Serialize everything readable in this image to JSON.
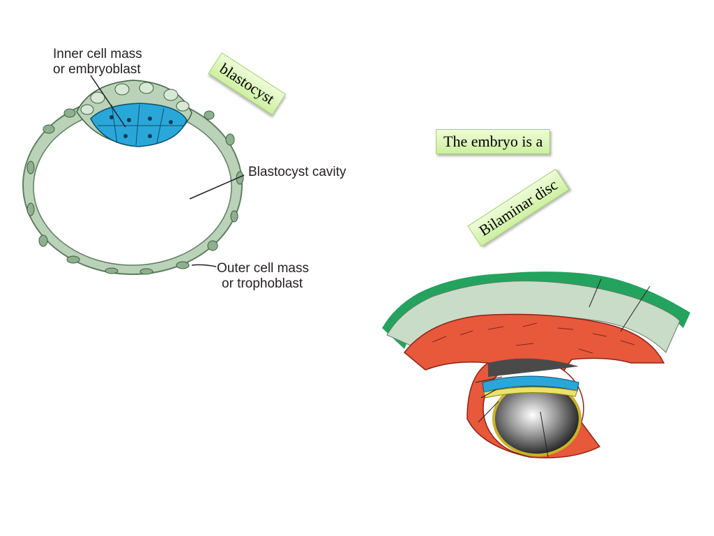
{
  "blastocyst_labels": {
    "inner_cell_mass": "Inner cell mass",
    "embryoblast": "or embryoblast",
    "cavity": "Blastocyst cavity",
    "outer_cell_mass": "Outer cell mass",
    "trophoblast": "or trophoblast"
  },
  "callouts": {
    "blastocyst": "blastocyst",
    "embryo_is": "The embryo is a",
    "bilaminar": "Bilaminar disc"
  },
  "colors": {
    "trophoblast_cells": "#b9d2b8",
    "inner_cell_mass": "#2aa7d9",
    "endometrium_epithelium": "#c9dcc8",
    "endometrium_surface": "#23a35e",
    "stroma": "#e8583a",
    "hypoblast": "#e9e36a",
    "callout_fill": "#d9f5b5"
  }
}
